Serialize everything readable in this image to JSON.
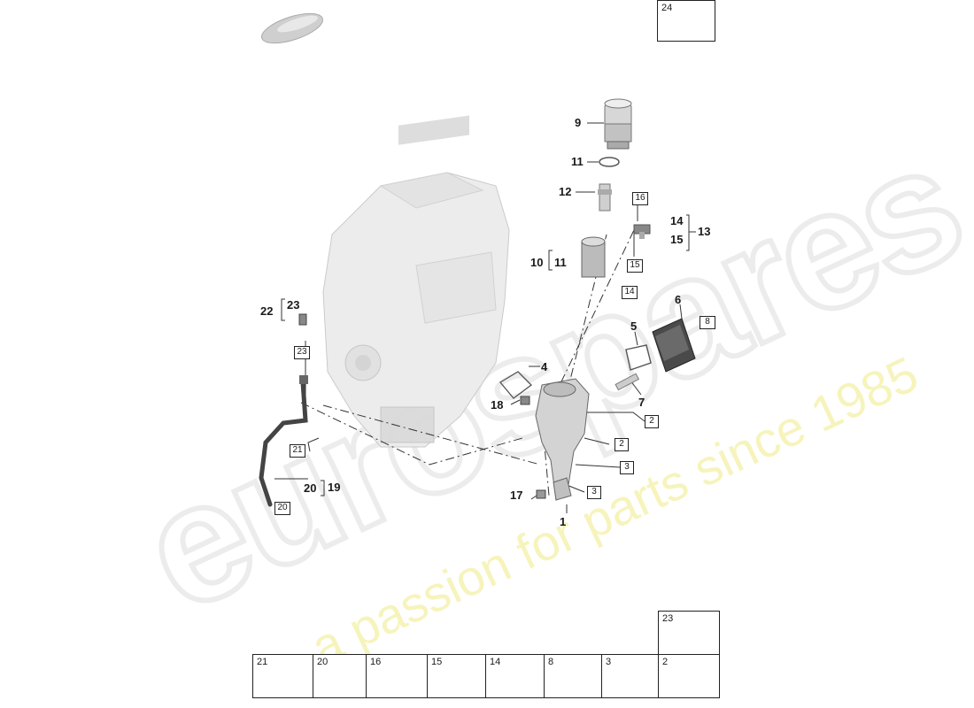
{
  "watermark": {
    "brand": "eurospares",
    "tagline": "a passion for parts since 1985"
  },
  "callouts": {
    "c1": "1",
    "c4": "4",
    "c5": "5",
    "c6": "6",
    "c7": "7",
    "c9": "9",
    "c10": "10",
    "c11a": "11",
    "c11b": "11",
    "c12": "12",
    "c13": "13",
    "c14a": "14",
    "c15a": "15",
    "c17": "17",
    "c18": "18",
    "c19": "19",
    "c20a": "20",
    "c22": "22",
    "c23a": "23"
  },
  "boxed_refs": {
    "b2a": "2",
    "b2b": "2",
    "b3a": "3",
    "b3b": "3",
    "b8": "8",
    "b14": "14",
    "b15": "15",
    "b16": "16",
    "b20": "20",
    "b21": "21",
    "b23": "23",
    "b24": "24"
  },
  "legend": {
    "top_cell": "23",
    "cells": [
      "21",
      "20",
      "16",
      "15",
      "14",
      "8",
      "3",
      "2"
    ]
  }
}
